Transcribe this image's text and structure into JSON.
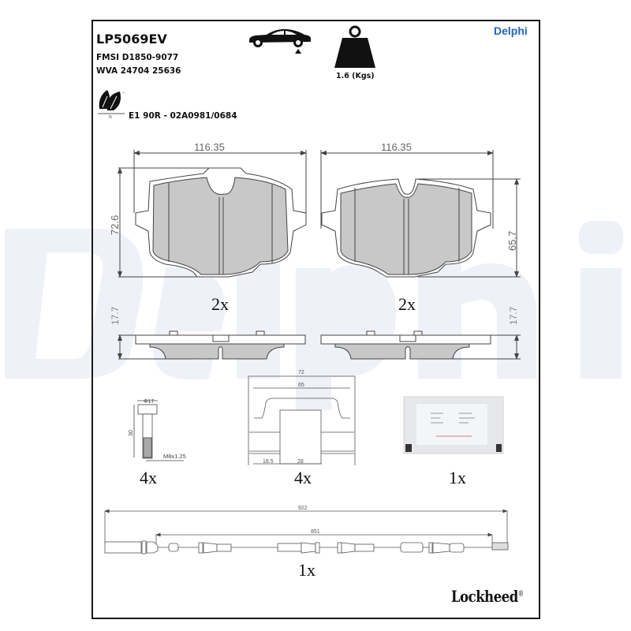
{
  "header": {
    "part_number": "LP5069EV",
    "fmsi": "FMSI D1850-9077",
    "wva": "WVA 24704 25636",
    "ece_approval": "E1 90R - 02A0981/0684",
    "weight_label": "1.6 (Kgs)",
    "brand": "Delphi",
    "icons": [
      "eco-leaf-icon",
      "car-rear-axle-icon",
      "weight-icon"
    ]
  },
  "watermark": {
    "text": "Delphi",
    "color": "#eef1f7"
  },
  "pads": [
    {
      "width_label": "116.35",
      "height_label": "72.6",
      "thickness_label": "17.7",
      "quantity": "2x"
    },
    {
      "width_label": "116.35",
      "height_label": "65.7",
      "thickness_label": "17.7",
      "quantity": "2x"
    }
  ],
  "accessories": [
    {
      "name": "bolt",
      "diameter_label": "Φ17",
      "length_label": "30",
      "thread_label": "M8x1.25",
      "quantity": "4x"
    },
    {
      "name": "clip",
      "outer_width_label": "72",
      "inner_width_label": "65",
      "offset_label": "18.5",
      "center_label": "28",
      "quantity": "4x"
    },
    {
      "name": "grease-sachet",
      "quantity": "1x"
    }
  ],
  "sensor": {
    "total_length_label": "922",
    "inner_length_label": "851",
    "quantity": "1x"
  },
  "footer": {
    "brand": "Lockheed",
    "registered_mark": "®"
  },
  "colors": {
    "pad_fill": "#c8c8c8",
    "line": "#444444",
    "brand_blue": "#2266b8"
  }
}
